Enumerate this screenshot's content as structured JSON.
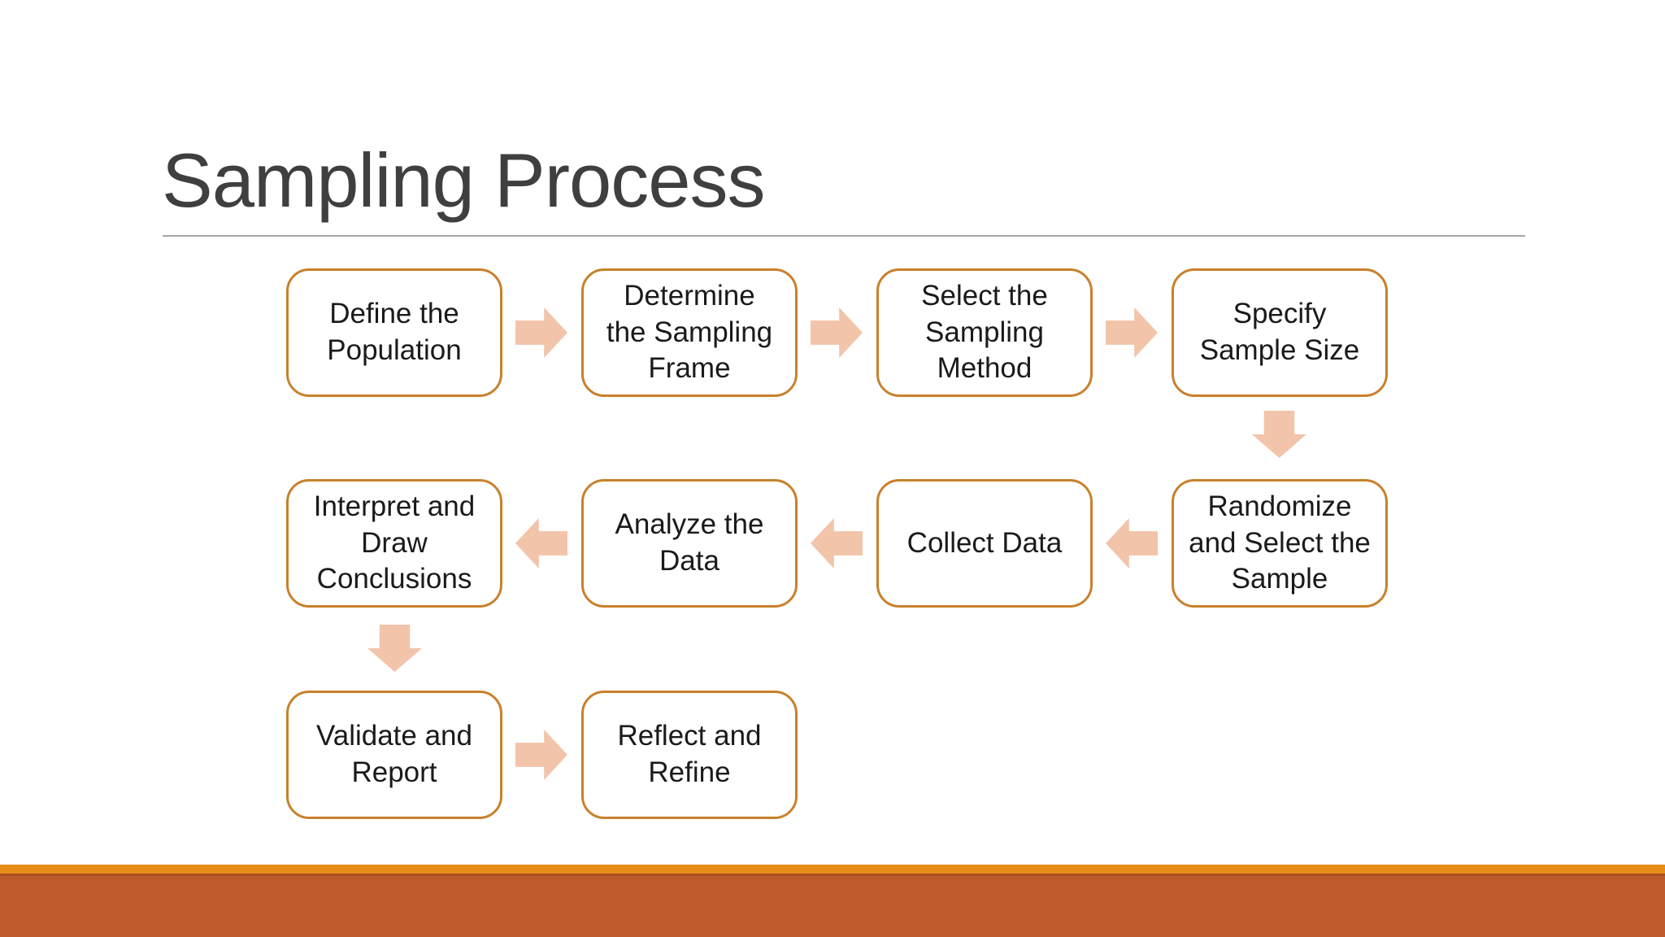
{
  "slide": {
    "title": "Sampling Process",
    "colors": {
      "title": "#3f3f3f",
      "rule": "#a6a6a6",
      "box_border": "#c8812c",
      "arrow_fill": "#f2c4aa",
      "footer_gold": "#e78c17",
      "footer_seam": "#a85120",
      "footer_rust": "#bd5b2b"
    }
  },
  "flow": {
    "nodes": [
      {
        "id": "define-population",
        "label": "Define the\nPopulation"
      },
      {
        "id": "determine-frame",
        "label": "Determine\nthe Sampling\nFrame"
      },
      {
        "id": "select-method",
        "label": "Select the\nSampling\nMethod"
      },
      {
        "id": "specify-size",
        "label": "Specify\nSample Size"
      },
      {
        "id": "randomize-select",
        "label": "Randomize\nand Select the\nSample"
      },
      {
        "id": "collect-data",
        "label": "Collect Data"
      },
      {
        "id": "analyze-data",
        "label": "Analyze the\nData"
      },
      {
        "id": "interpret-conclusions",
        "label": "Interpret and\nDraw\nConclusions"
      },
      {
        "id": "validate-report",
        "label": "Validate and\nReport"
      },
      {
        "id": "reflect-refine",
        "label": "Reflect and\nRefine"
      }
    ],
    "connections": [
      {
        "from": "define-population",
        "to": "determine-frame",
        "direction": "right"
      },
      {
        "from": "determine-frame",
        "to": "select-method",
        "direction": "right"
      },
      {
        "from": "select-method",
        "to": "specify-size",
        "direction": "right"
      },
      {
        "from": "specify-size",
        "to": "randomize-select",
        "direction": "down"
      },
      {
        "from": "randomize-select",
        "to": "collect-data",
        "direction": "left"
      },
      {
        "from": "collect-data",
        "to": "analyze-data",
        "direction": "left"
      },
      {
        "from": "analyze-data",
        "to": "interpret-conclusions",
        "direction": "left"
      },
      {
        "from": "interpret-conclusions",
        "to": "validate-report",
        "direction": "down"
      },
      {
        "from": "validate-report",
        "to": "reflect-refine",
        "direction": "right"
      }
    ]
  }
}
